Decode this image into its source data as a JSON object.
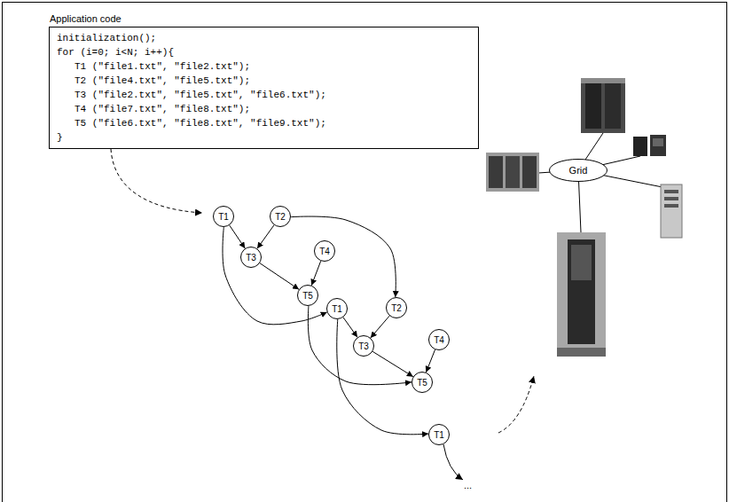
{
  "diagram": {
    "nodes": [
      {
        "text": [
          "Application code",
          "initialization();",
          "for (i=0; i<N; i++){",
          "T1 (\"file1.txt\", \"file2.txt\");",
          "T2 (\"file4.txt\", \"file5.txt\");",
          "T3 (\"file2.txt\", \"file5.txt\", \"file6.txt\");",
          "T4 (\"file7.txt\", \"file8.txt\");",
          "T5 (\"file6.txt\", \"file8.txt\", \"file9.txt\");",
          "}"
        ]
      },
      {
        "text": [
          "T1"
        ]
      },
      {
        "text": [
          "T2"
        ]
      },
      {
        "text": [
          "T3"
        ]
      },
      {
        "text": [
          "T4"
        ]
      },
      {
        "text": [
          "T5"
        ]
      },
      {
        "text": [
          "T1"
        ]
      },
      {
        "text": [
          "T2"
        ]
      },
      {
        "text": [
          "T3"
        ]
      },
      {
        "text": [
          "T4"
        ]
      },
      {
        "text": [
          "T5"
        ]
      },
      {
        "text": [
          "T1"
        ]
      },
      {
        "text": [
          "Grid"
        ]
      }
    ],
    "edges": [
      {
        "from": 1,
        "to": 3,
        "arrow": "to"
      },
      {
        "from": 2,
        "to": 3,
        "arrow": "to"
      },
      {
        "from": 3,
        "to": 5,
        "arrow": "to"
      },
      {
        "from": 4,
        "to": 5,
        "arrow": "to"
      },
      {
        "from": 1,
        "to": 6,
        "arrow": "to"
      },
      {
        "from": 2,
        "to": 7,
        "arrow": "to"
      },
      {
        "from": 5,
        "to": 10,
        "arrow": "to"
      },
      {
        "from": 6,
        "to": 8,
        "arrow": "to"
      },
      {
        "from": 7,
        "to": 8,
        "arrow": "to"
      },
      {
        "from": 8,
        "to": 10,
        "arrow": "to"
      },
      {
        "from": 9,
        "to": 10,
        "arrow": "to"
      },
      {
        "from": 6,
        "to": 11,
        "arrow": "to"
      }
    ],
    "labels": [
      "..."
    ]
  }
}
